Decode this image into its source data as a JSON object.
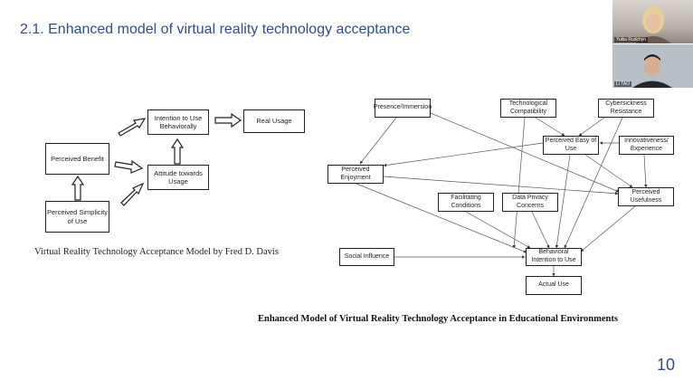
{
  "slide": {
    "title": "2.1. Enhanced model of virtual reality technology acceptance",
    "page_number": "10",
    "accent_color": "#2e4f86"
  },
  "left_diagram": {
    "nodes": {
      "perceived_benefit": "Perceived Benefit",
      "perceived_simplicity": "Perceived Simplicity of Use",
      "intention_to_use": "Intention to Use Behaviorally",
      "attitude_towards_usage": "Attitude towards Usage",
      "real_usage": "Real Usage"
    },
    "caption": "Virtual Reality Technology Acceptance Model by Fred D. Davis"
  },
  "right_diagram": {
    "nodes": {
      "presence": "Presence/Immersion",
      "tech_compat": "Technological Compatibility",
      "cybersickness": "Cybersickness Resistance",
      "ease_of_use": "Perceived Easy of Use",
      "innovativeness": "Innovativeness/ Experience",
      "enjoyment": "Perceived Enjoyment",
      "usefulness": "Perceived Usefulness",
      "facilitating": "Facilitating Conditions",
      "data_privacy": "Data Privacy Concerns",
      "social_influence": "Social Influence",
      "behavioral_intention": "Behavioral Intention to Use",
      "actual_use": "Actual Use"
    },
    "caption": "Enhanced Model of Virtual Reality Technology Acceptance in Educational Environments"
  },
  "video_participants": [
    {
      "name": "Yuliia Rudchyn"
    },
    {
      "name": "Li TAO"
    }
  ]
}
